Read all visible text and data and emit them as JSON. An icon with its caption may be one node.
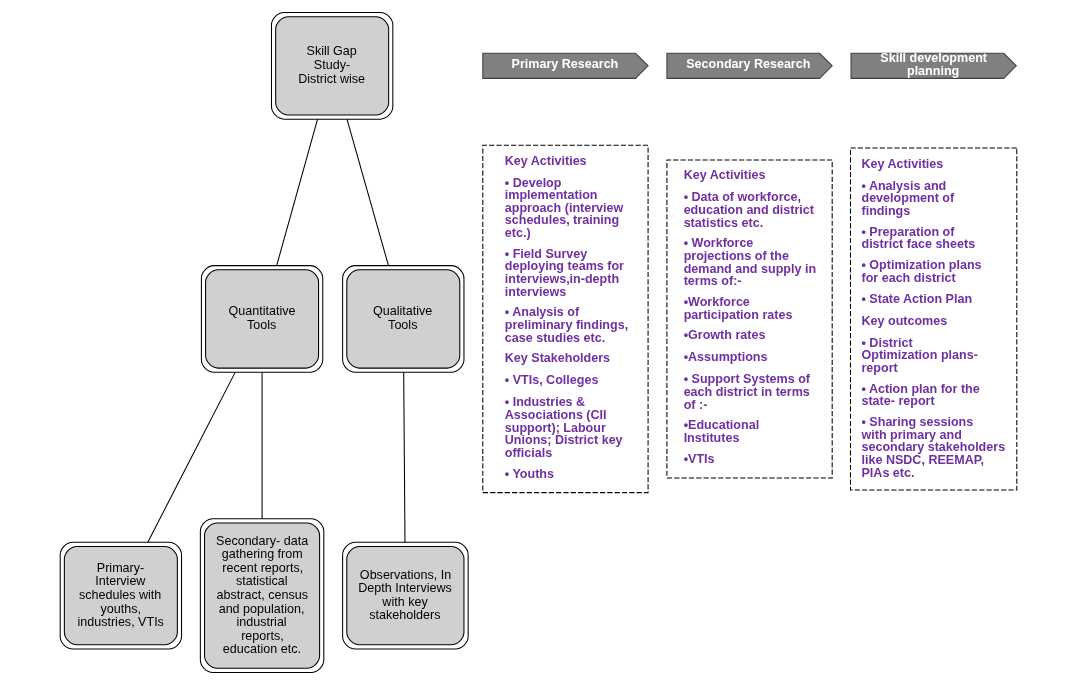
{
  "diagram": {
    "nodes": [
      {
        "text": [
          "Skill Gap Study- District wise"
        ]
      },
      {
        "text": [
          "Quantitative Tools"
        ]
      },
      {
        "text": [
          "Qualitative Tools"
        ]
      },
      {
        "text": [
          "Primary- Interview schedules with youths, industries, VTIs"
        ]
      },
      {
        "text": [
          "Secondary- data gathering from recent reports, statistical abstract, census and population, industrial reports, education etc."
        ]
      },
      {
        "text": [
          "Observations, In Depth Interviews with key stakeholders"
        ]
      },
      {
        "text": [
          "Primary Research"
        ]
      },
      {
        "text": [
          "Secondary Research"
        ]
      },
      {
        "text": [
          "Skill development planning"
        ]
      },
      {
        "text": [
          "Key Activities",
          "• Develop implementation approach (interview schedules, training etc.)",
          "• Field Survey deploying teams for interviews,in-depth interviews",
          "• Analysis of preliminary findings, case studies etc.",
          "Key Stakeholders",
          "• VTIs, Colleges",
          "• Industries & Associations (CII support); Labour Unions; District key officials",
          "• Youths"
        ]
      },
      {
        "text": [
          "Key Activities",
          "• Data of workforce, education and district statistics etc.",
          "• Workforce projections of the demand and supply in terms of:-",
          "•Workforce participation rates",
          "•Growth rates",
          "•Assumptions",
          "• Support Systems of each district in terms of :-",
          "•Educational Institutes",
          "•VTIs"
        ]
      },
      {
        "text": [
          "Key Activities",
          "• Analysis and development of findings",
          "• Preparation of district face sheets",
          "• Optimization plans for each district",
          "• State Action Plan",
          "Key outcomes",
          "• District Optimization plans- report",
          "• Action plan for the state- report",
          "• Sharing sessions with primary and secondary stakeholders like NSDC, REEMAP, PIAs etc."
        ]
      }
    ],
    "edges": [
      {
        "from": 0,
        "to": 1,
        "arrow": "none"
      },
      {
        "from": 0,
        "to": 2,
        "arrow": "none"
      },
      {
        "from": 1,
        "to": 3,
        "arrow": "none"
      },
      {
        "from": 1,
        "to": 4,
        "arrow": "none"
      },
      {
        "from": 2,
        "to": 5,
        "arrow": "none"
      }
    ]
  }
}
